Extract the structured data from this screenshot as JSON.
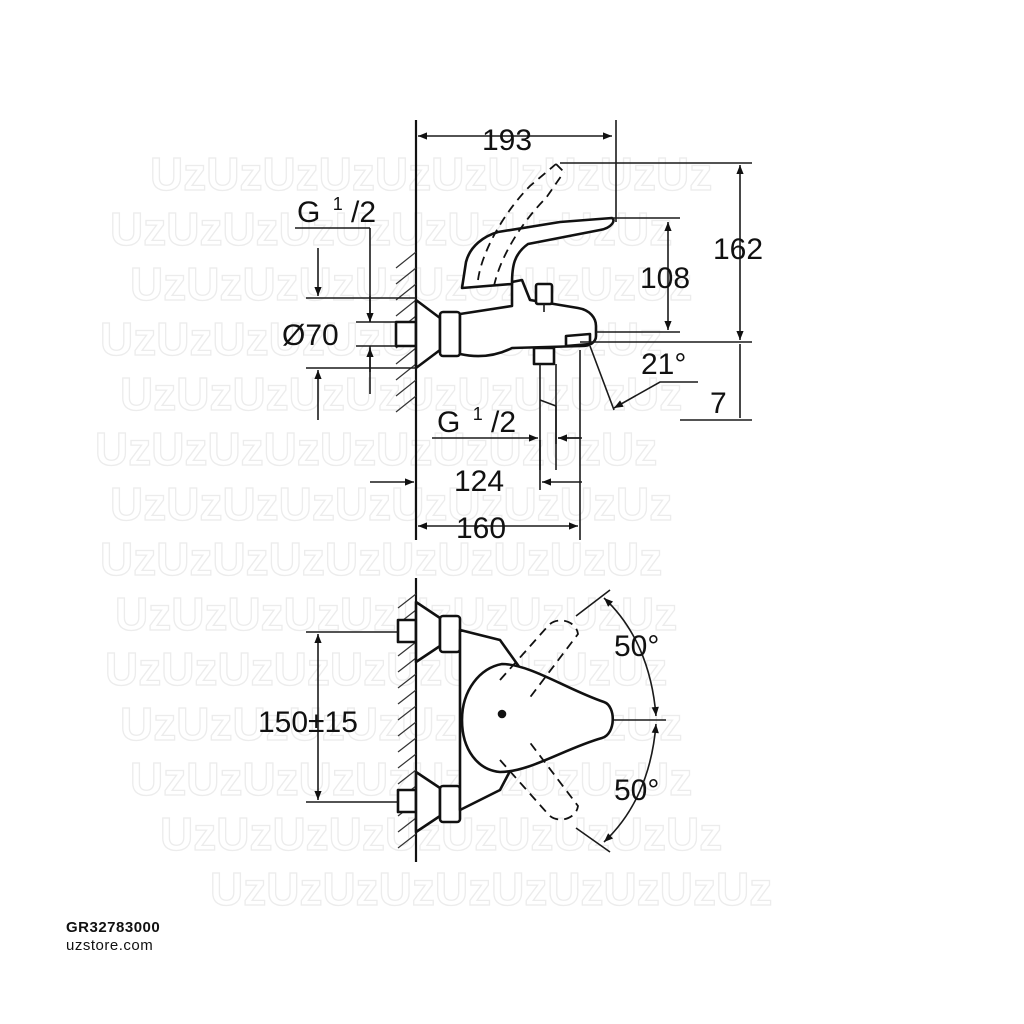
{
  "dimensions": {
    "top_width": "193",
    "overall_height": "162",
    "lever_height": "108",
    "thread_top_base": "G",
    "thread_top_num": "1",
    "thread_top_den": "/2",
    "flange_diameter": "Ø70",
    "spout_angle": "21°",
    "spout_offset": "7",
    "thread_outlet_base": "G",
    "thread_outlet_num": "1",
    "thread_outlet_den": "/2",
    "outlet_distance": "124",
    "depth": "160",
    "center_distance": "150±15",
    "swivel_up": "50°",
    "swivel_down": "50°"
  },
  "product": {
    "code": "GR32783000",
    "site": "uzstore.com"
  },
  "watermark": {
    "text": "UzUzUzUzUzUzUzUzUzUz"
  }
}
